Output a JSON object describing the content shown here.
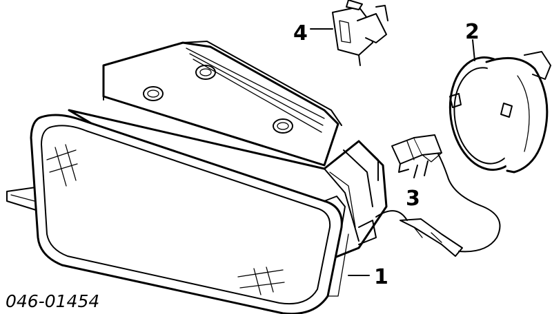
{
  "diagram": {
    "part_number": "046-01454",
    "callouts": [
      {
        "id": "1",
        "label": "1"
      },
      {
        "id": "2",
        "label": "2"
      },
      {
        "id": "3",
        "label": "3"
      },
      {
        "id": "4",
        "label": "4"
      }
    ]
  },
  "colors": {
    "ink": "#000000",
    "paper": "#ffffff"
  }
}
